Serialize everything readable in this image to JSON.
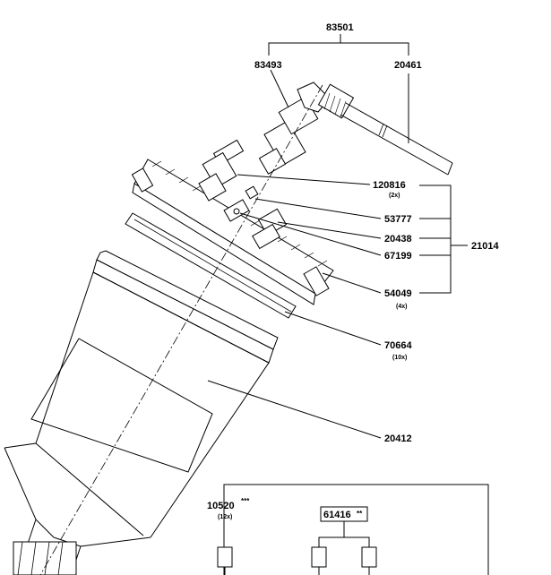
{
  "callouts": {
    "kit_83501": "83501",
    "p83493": "83493",
    "p20461": "20461",
    "p120816": "120816",
    "q120816": "(2x)",
    "p53777": "53777",
    "p20438": "20438",
    "p67199": "67199",
    "kit_21014": "21014",
    "p54049": "54049",
    "q54049": "(4x)",
    "p70664": "70664",
    "q70664": "(10x)",
    "p20412": "20412",
    "p10520": "10520",
    "s10520": "***",
    "q10520": "(12x)",
    "p61416": "61416",
    "s61416": "**"
  }
}
